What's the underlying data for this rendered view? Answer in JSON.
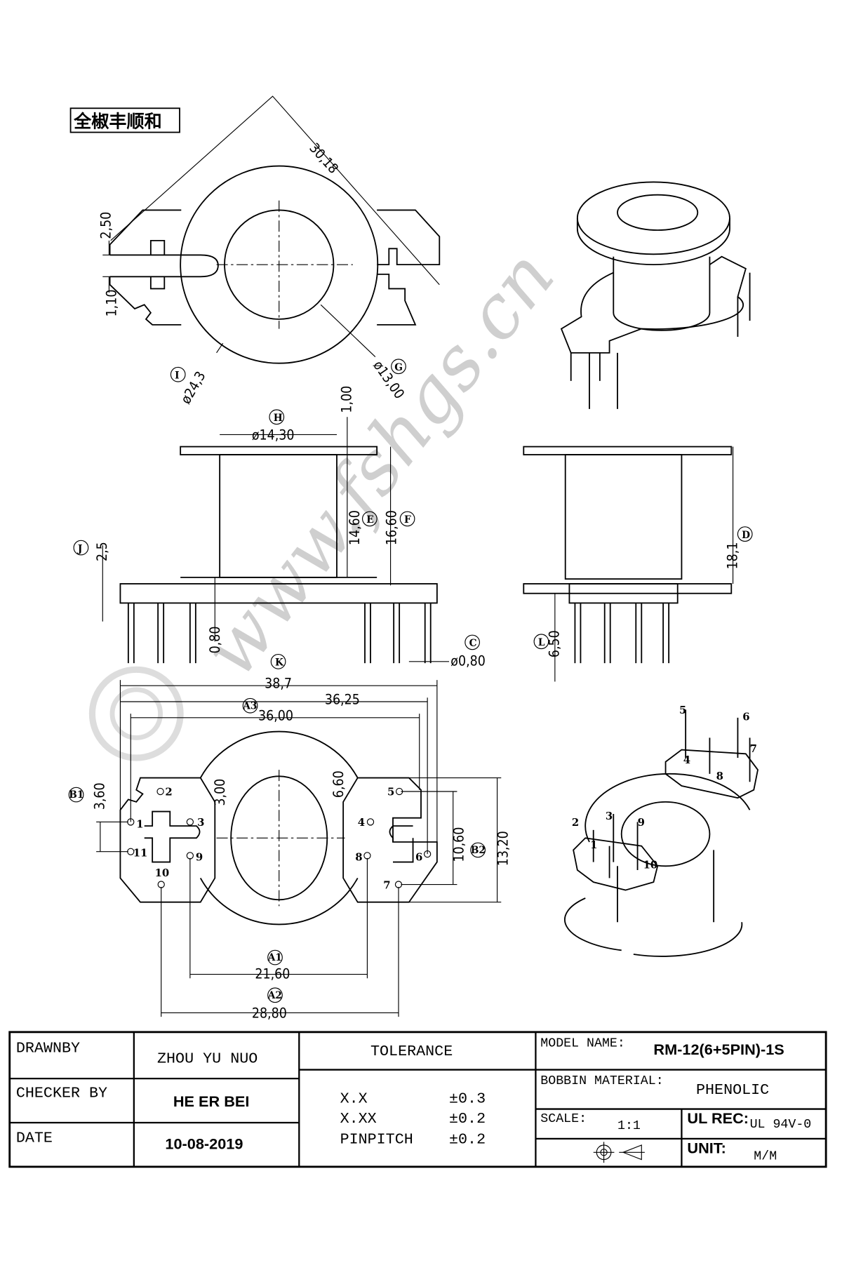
{
  "company_title": "全椒丰顺和",
  "watermark": "www.fshgs.cn",
  "top_view": {
    "diag": "30,18",
    "slot_w": "2,50",
    "slot_off": "1,10",
    "outer_dia": "ø24,3",
    "outer_tag": "I",
    "inner_dia": "ø13,00",
    "inner_tag": "G"
  },
  "side_view": {
    "h_dia": "ø14,30",
    "h_tag": "H",
    "flange_t": "1,00",
    "e_val": "14,60",
    "e_tag": "E",
    "f_val": "16,60",
    "f_tag": "F",
    "j_val": "2,5",
    "j_tag": "J",
    "step": "0,80",
    "pin_dia": "ø0,80",
    "c_tag": "C",
    "d_val": "18,1",
    "d_tag": "D",
    "l_val": "6,50",
    "l_tag": "L"
  },
  "bottom_view": {
    "k_val": "38,7",
    "k_tag": "K",
    "w2": "36,25",
    "a3_val": "36,00",
    "a3_tag": "A3",
    "b1_val": "3,60",
    "b1_tag": "B1",
    "slot1": "3,00",
    "slot2": "6,60",
    "v1": "10,60",
    "b2_val": "13,20",
    "b2_tag": "B2",
    "a1_val": "21,60",
    "a1_tag": "A1",
    "a2_val": "28,80",
    "a2_tag": "A2",
    "pins": [
      "1",
      "2",
      "3",
      "4",
      "5",
      "6",
      "7",
      "8",
      "9",
      "10",
      "11"
    ]
  },
  "iso_pins": [
    "5",
    "6",
    "4",
    "8",
    "2",
    "3",
    "9",
    "1",
    "10",
    "7"
  ],
  "title_block": {
    "drawnby_label": "DRAWNBY",
    "drawnby": "ZHOU YU NUO",
    "checker_label": "CHECKER BY",
    "checker": "HE ER BEI",
    "date_label": "DATE",
    "date": "10-08-2019",
    "tolerance_label": "TOLERANCE",
    "tolerances": [
      {
        "k": "X.X",
        "v": "±0.3"
      },
      {
        "k": "X.XX",
        "v": "±0.2"
      },
      {
        "k": "PINPITCH",
        "v": "±0.2"
      }
    ],
    "model_label": "MODEL NAME:",
    "model": "RM-12(6+5PIN)-1S",
    "material_label": "BOBBIN MATERIAL:",
    "material": "PHENOLIC",
    "scale_label": "SCALE:",
    "scale": "1:1",
    "ul_label": "UL REC:",
    "ul": "UL 94V-0",
    "unit_label": "UNIT:",
    "unit": "M/M"
  }
}
